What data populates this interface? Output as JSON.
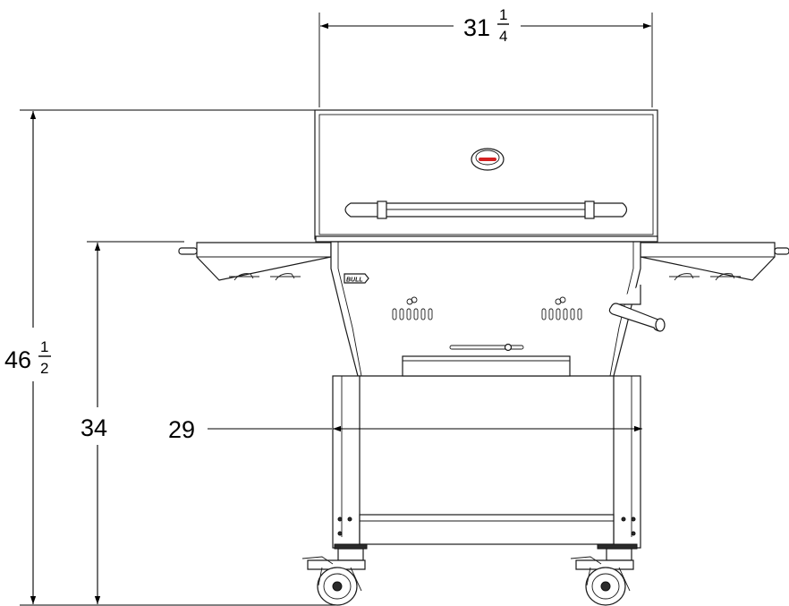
{
  "dimensions": {
    "width_top": {
      "whole": "31",
      "num": "1",
      "den": "4"
    },
    "overall_height": {
      "whole": "46",
      "num": "1",
      "den": "2"
    },
    "counter_height": {
      "whole": "34"
    },
    "cart_width": {
      "whole": "29"
    }
  },
  "grill": {
    "badge_text": "BULL"
  }
}
